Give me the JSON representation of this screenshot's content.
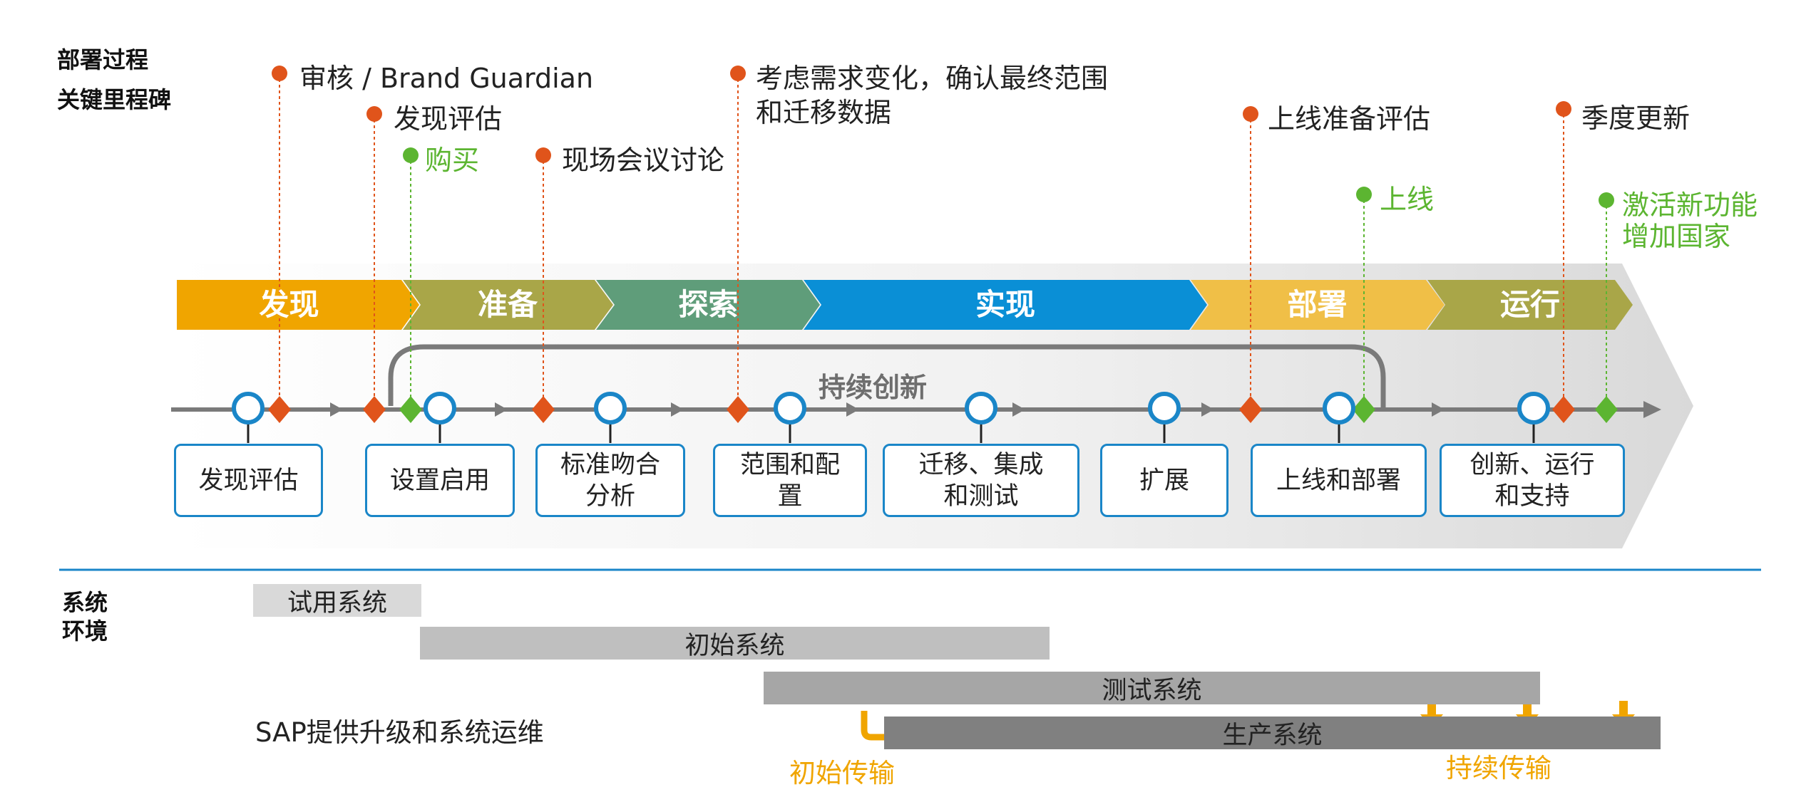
{
  "labels": {
    "deploy_process": "部署过程",
    "key_milestones": "关键里程碑",
    "system_env_1": "系统",
    "system_env_2": "环境",
    "continuous_innovation": "持续创新",
    "sap_ops": "SAP提供升级和系统运维",
    "initial_transport": "初始传输",
    "continuous_transport": "持续传输"
  },
  "phases": [
    {
      "label": "发现",
      "color": "#f0a500"
    },
    {
      "label": "准备",
      "color": "#a9a648"
    },
    {
      "label": "探索",
      "color": "#5f9d7a"
    },
    {
      "label": "实现",
      "color": "#0a8fd6"
    },
    {
      "label": "部署",
      "color": "#f0bf47"
    },
    {
      "label": "运行",
      "color": "#a9a648"
    }
  ],
  "milestones": [
    {
      "text": "审核 / Brand Guardian",
      "type": "orange"
    },
    {
      "text": "发现评估",
      "type": "orange"
    },
    {
      "text": "购买",
      "type": "green"
    },
    {
      "text": "现场会议讨论",
      "type": "orange"
    },
    {
      "text": "考虑需求变化，确认最终范围",
      "text2": "和迁移数据",
      "type": "orange"
    },
    {
      "text": "上线准备评估",
      "type": "orange"
    },
    {
      "text": "上线",
      "type": "green"
    },
    {
      "text": "季度更新",
      "type": "orange"
    },
    {
      "text": "激活新功能",
      "text2": "增加国家",
      "type": "green"
    }
  ],
  "activities": [
    {
      "line1": "发现评估"
    },
    {
      "line1": "设置启用"
    },
    {
      "line1": "标准吻合",
      "line2": "分析"
    },
    {
      "line1": "范围和配",
      "line2": "置"
    },
    {
      "line1": "迁移、集成",
      "line2": "和测试"
    },
    {
      "line1": "扩展"
    },
    {
      "line1": "上线和部署"
    },
    {
      "line1": "创新、运行",
      "line2": "和支持"
    }
  ],
  "systems": [
    {
      "label": "试用系统",
      "color": "#d9d9d9"
    },
    {
      "label": "初始系统",
      "color": "#bfbfbf"
    },
    {
      "label": "测试系统",
      "color": "#a6a6a6"
    },
    {
      "label": "生产系统",
      "color": "#808080"
    }
  ],
  "colors": {
    "accent_blue": "#1a86c8",
    "milestone_orange": "#e0541b",
    "milestone_green": "#5cb531",
    "transport_orange": "#f0a500"
  }
}
